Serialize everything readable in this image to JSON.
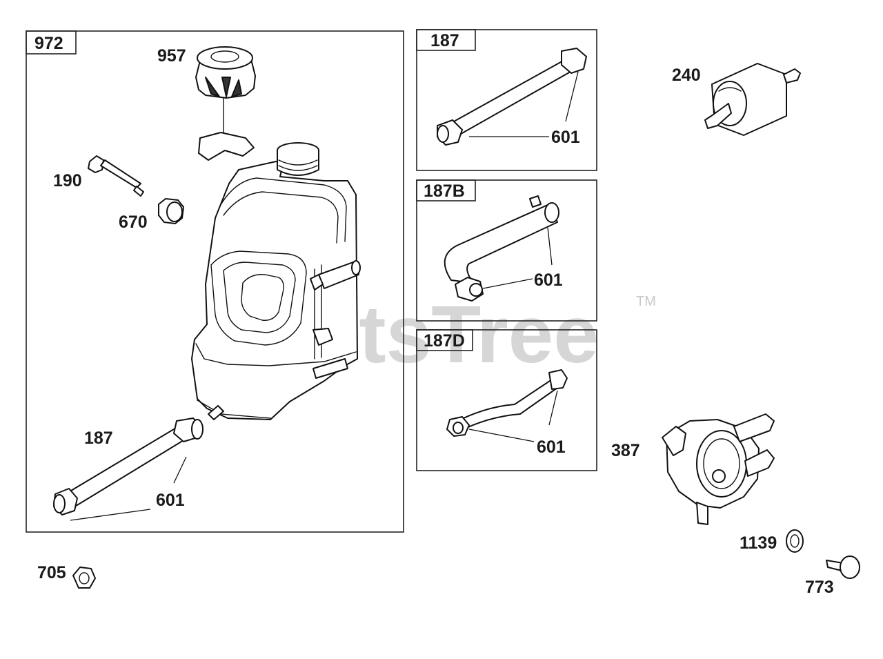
{
  "watermark": {
    "text": "PartsTree",
    "trademark": "TM"
  },
  "groups": [
    {
      "label": "972"
    },
    {
      "label": "187"
    },
    {
      "label": "187B"
    },
    {
      "label": "187D"
    }
  ],
  "callouts": {
    "c957": "957",
    "c190": "190",
    "c670": "670",
    "c187": "187",
    "c601_main": "601",
    "c601_a": "601",
    "c601_b": "601",
    "c601_d": "601",
    "c240": "240",
    "c387": "387",
    "c1139": "1139",
    "c773": "773",
    "c705": "705"
  }
}
